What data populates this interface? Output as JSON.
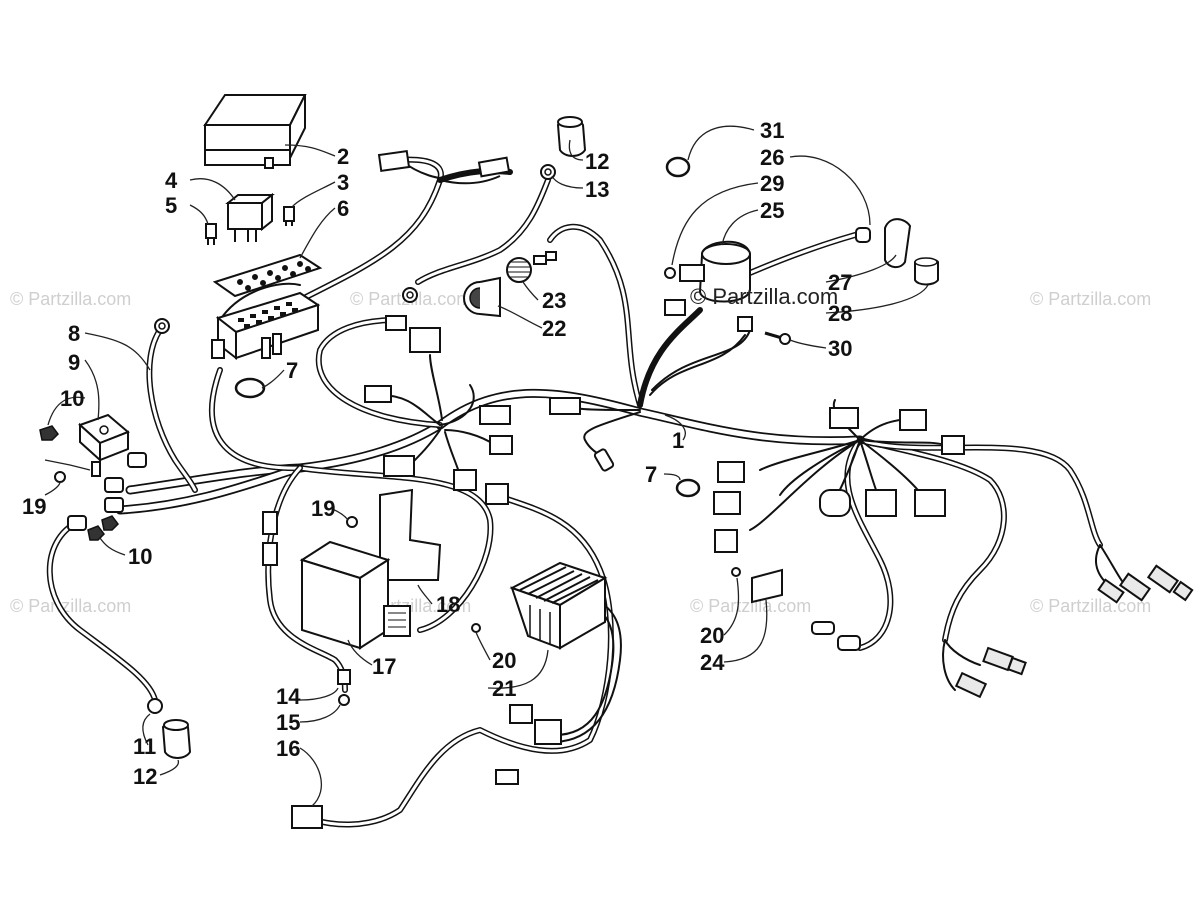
{
  "watermark": {
    "text": "© Partzilla.com",
    "central_text": "© Partzilla.com"
  },
  "callouts": [
    {
      "id": "c1",
      "label": "1"
    },
    {
      "id": "c2",
      "label": "2"
    },
    {
      "id": "c3",
      "label": "3"
    },
    {
      "id": "c4",
      "label": "4"
    },
    {
      "id": "c5",
      "label": "5"
    },
    {
      "id": "c6",
      "label": "6"
    },
    {
      "id": "c7a",
      "label": "7"
    },
    {
      "id": "c7b",
      "label": "7"
    },
    {
      "id": "c8",
      "label": "8"
    },
    {
      "id": "c9",
      "label": "9"
    },
    {
      "id": "c10a",
      "label": "10"
    },
    {
      "id": "c10b",
      "label": "10"
    },
    {
      "id": "c11",
      "label": "11"
    },
    {
      "id": "c12a",
      "label": "12"
    },
    {
      "id": "c12b",
      "label": "12"
    },
    {
      "id": "c13",
      "label": "13"
    },
    {
      "id": "c14",
      "label": "14"
    },
    {
      "id": "c15",
      "label": "15"
    },
    {
      "id": "c16",
      "label": "16"
    },
    {
      "id": "c17",
      "label": "17"
    },
    {
      "id": "c18",
      "label": "18"
    },
    {
      "id": "c19a",
      "label": "19"
    },
    {
      "id": "c19b",
      "label": "19"
    },
    {
      "id": "c20a",
      "label": "20"
    },
    {
      "id": "c20b",
      "label": "20"
    },
    {
      "id": "c21",
      "label": "21"
    },
    {
      "id": "c22",
      "label": "22"
    },
    {
      "id": "c23",
      "label": "23"
    },
    {
      "id": "c24",
      "label": "24"
    },
    {
      "id": "c25",
      "label": "25"
    },
    {
      "id": "c26",
      "label": "26"
    },
    {
      "id": "c27",
      "label": "27"
    },
    {
      "id": "c28",
      "label": "28"
    },
    {
      "id": "c29",
      "label": "29"
    },
    {
      "id": "c30",
      "label": "30"
    },
    {
      "id": "c31",
      "label": "31"
    }
  ]
}
